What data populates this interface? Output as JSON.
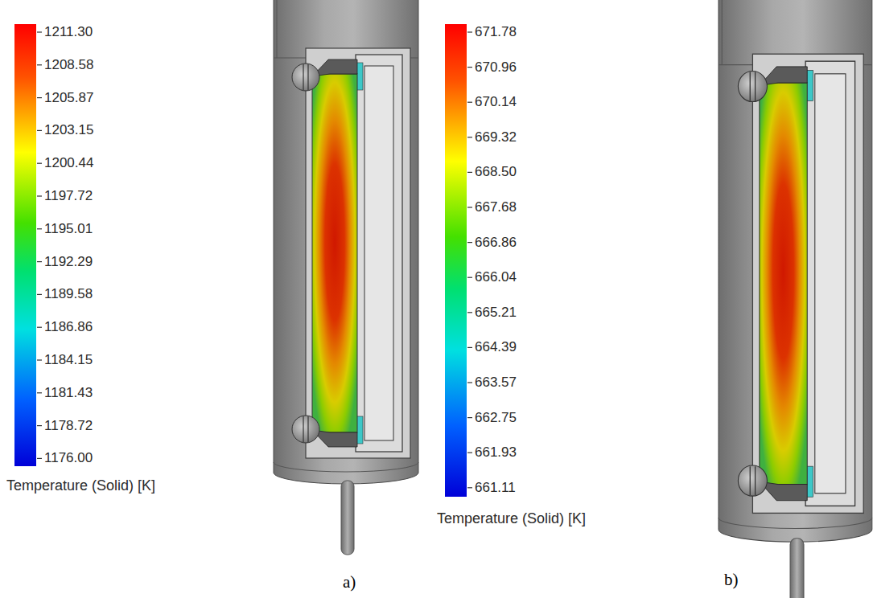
{
  "diagram": {
    "labels": [
      "1211.30",
      "1208.58",
      "1205.87",
      "1203.15",
      "1200.44",
      "1197.72",
      "1195.01",
      "1192.29",
      "1189.58",
      "1186.86",
      "1184.15",
      "1181.43",
      "1178.72",
      "1176.00",
      "Temperature (Solid) [K]",
      "671.78",
      "670.96",
      "670.14",
      "669.32",
      "668.50",
      "667.68",
      "666.86",
      "666.04",
      "665.21",
      "664.39",
      "663.57",
      "662.75",
      "661.93",
      "661.11",
      "Temperature (Solid) [K]",
      "a)",
      "b)"
    ]
  }
}
